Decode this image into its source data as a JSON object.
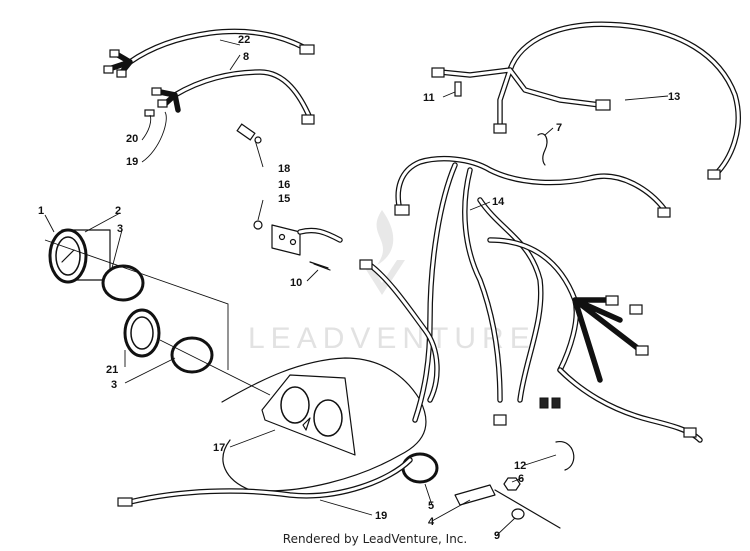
{
  "watermark": {
    "text": "LEADVENTURE"
  },
  "footer": {
    "text": "Rendered by LeadVenture, Inc."
  },
  "callouts": [
    "1",
    "2",
    "3",
    "8",
    "22",
    "20",
    "19",
    "18",
    "16",
    "15",
    "10",
    "21",
    "3",
    "17",
    "11",
    "7",
    "13",
    "14",
    "12",
    "6",
    "5",
    "4",
    "9",
    "19"
  ]
}
